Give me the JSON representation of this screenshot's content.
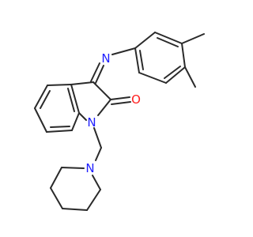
{
  "molecule": {
    "atoms": {
      "n_imine": {
        "symbol": "N",
        "color": "#1f1fff"
      },
      "o_carbonyl": {
        "symbol": "O",
        "color": "#ff1f1f"
      },
      "n_lactam": {
        "symbol": "N",
        "color": "#1f1fff"
      },
      "n_piperidine": {
        "symbol": "N",
        "color": "#1f1fff"
      }
    },
    "bond_color": "#2a2a2a"
  }
}
